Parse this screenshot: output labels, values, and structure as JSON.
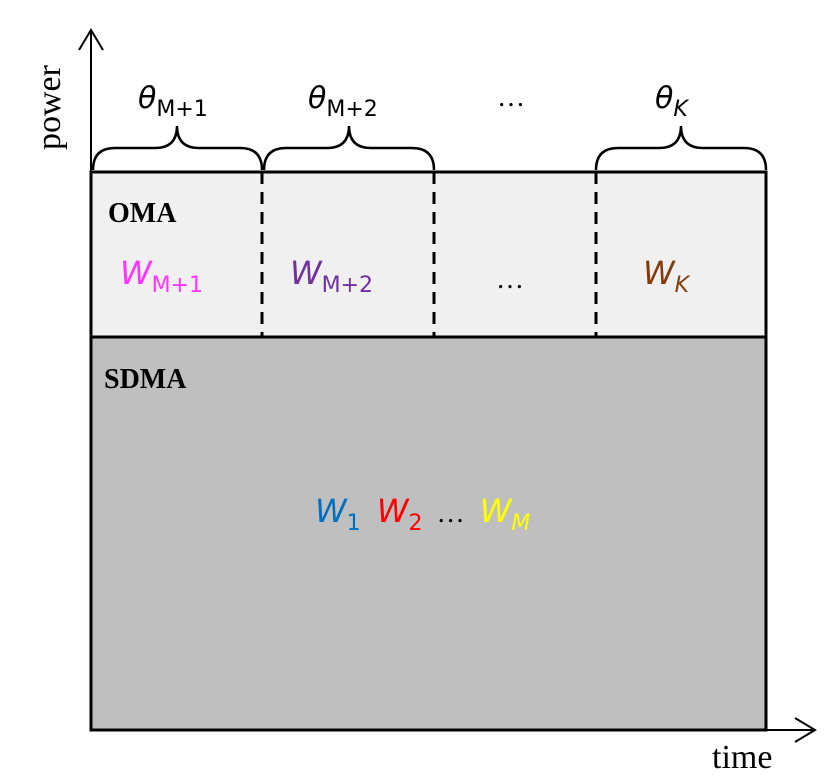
{
  "axes": {
    "y_label": "power",
    "x_label": "time"
  },
  "regions": {
    "oma_label": "OMA",
    "sdma_label": "SDMA"
  },
  "braces": [
    {
      "symbol": "θ",
      "sub": "M+1"
    },
    {
      "symbol": "θ",
      "sub": "M+2"
    },
    {
      "ellipsis": "…"
    },
    {
      "symbol": "θ",
      "sub": "K"
    }
  ],
  "oma_slots": [
    {
      "symbol": "W",
      "sub": "M+1",
      "color": "#ff33ff"
    },
    {
      "symbol": "W",
      "sub": "M+2",
      "color": "#7030a0"
    },
    {
      "ellipsis": "…"
    },
    {
      "symbol": "W",
      "sub": "K",
      "color": "#843c0c"
    }
  ],
  "sdma_streams": [
    {
      "symbol": "W",
      "sub": "1",
      "color": "#0070c0"
    },
    {
      "symbol": "W",
      "sub": "2",
      "color": "#ff0000"
    },
    {
      "ellipsis": "…"
    },
    {
      "symbol": "W",
      "sub": "M",
      "color": "#ffff00"
    }
  ],
  "colors": {
    "oma_fill": "#f0f0f0",
    "sdma_fill": "#bfbfbf",
    "stroke": "#000000"
  }
}
